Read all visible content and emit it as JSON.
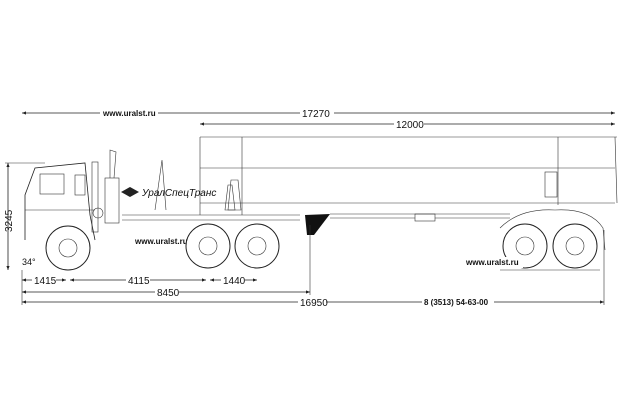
{
  "website_top": "www.uralst.ru",
  "website_truck": "www.uralst.ru",
  "website_trailer": "www.uralst.ru",
  "logo_text": "УралСпецТранс",
  "phone": "8 (3513) 54-63-00",
  "dimensions": {
    "overall_length_top": "17270",
    "trailer_body_length": "12000",
    "height": "3245",
    "front_overhang": "1415",
    "wheelbase": "4115",
    "rear_axle_spacing": "1440",
    "tractor_length": "8450",
    "overall_length_bottom": "16950",
    "approach_angle": "34°"
  }
}
